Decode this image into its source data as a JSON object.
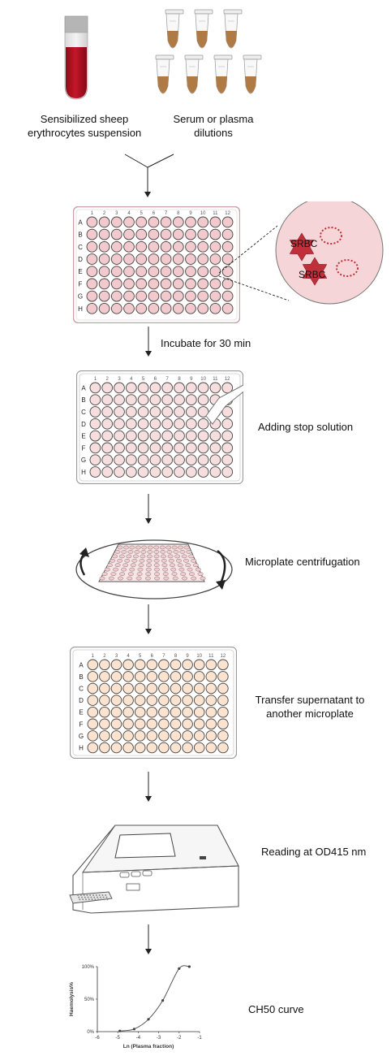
{
  "diagram": {
    "inputs": {
      "erythrocytes_label_line1": "Sensibilized sheep",
      "erythrocytes_label_line2": "erythrocytes  suspension",
      "serum_label_line1": "Serum  or plasma",
      "serum_label_line2": "dilutions"
    },
    "plate": {
      "rows": [
        "A",
        "B",
        "C",
        "D",
        "E",
        "F",
        "G",
        "H"
      ],
      "columns": [
        "1",
        "2",
        "3",
        "4",
        "5",
        "6",
        "7",
        "8",
        "9",
        "10",
        "11",
        "12"
      ]
    },
    "zoom": {
      "cell_label_1": "SRBC",
      "cell_label_2": "SRBC"
    },
    "steps": {
      "incubate": "Incubate for 30 min",
      "stop": "Adding stop solution",
      "centrifuge": "Microplate centrifugation",
      "transfer_line1": "Transfer supernatant to",
      "transfer_line2": "another  microplate",
      "reading": "Reading at OD415 nm",
      "curve": "CH50 curve"
    },
    "colors": {
      "blood": "#b01020",
      "serum": "#b07a45",
      "well_pink": "#f2c9cc",
      "well_light_pink": "#f7dede",
      "well_peach": "#fbe3cf",
      "zoom_bg": "#f5d5d7",
      "cell_red": "#c0303a"
    }
  },
  "chart_data": {
    "type": "line",
    "xlabel": "Ln (Plasma fraction)",
    "ylabel": "Haemolysis%",
    "xlim": [
      -6,
      -1
    ],
    "ylim": [
      0,
      100
    ],
    "x_ticks": [
      "-6",
      "-5",
      "-4",
      "-3",
      "-2",
      "-1"
    ],
    "y_ticks": [
      "0%",
      "50%",
      "100%"
    ],
    "points": [
      {
        "x": -4.9,
        "y": 1
      },
      {
        "x": -4.2,
        "y": 4
      },
      {
        "x": -3.5,
        "y": 19
      },
      {
        "x": -2.8,
        "y": 48
      },
      {
        "x": -2.0,
        "y": 97
      },
      {
        "x": -1.5,
        "y": 100
      }
    ]
  }
}
